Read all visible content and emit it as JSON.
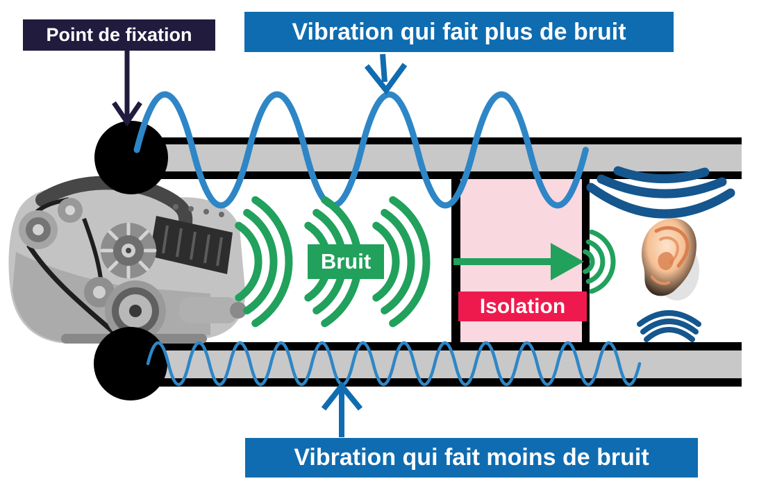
{
  "labels": {
    "fixation_point": "Point de fixation",
    "vibration_more": "Vibration qui fait plus de bruit",
    "noise": "Bruit",
    "isolation": "Isolation",
    "vibration_less": "Vibration qui fait moins de bruit"
  },
  "icons": {
    "engine": "engine-image",
    "ear": "ear-image",
    "mount_top": "fixation-point-dot",
    "mount_bottom": "fixation-point-dot"
  },
  "colors": {
    "banner_blue": "#0f6cb0",
    "navy": "#211b3e",
    "wave_blue": "#2e86c6",
    "deep_blue": "#14568d",
    "green": "#21a15c",
    "crimson": "#ee1a4d",
    "pink": "#f9d8e0",
    "wall_gray": "#c8c8c8",
    "black": "#000000",
    "white": "#ffffff"
  }
}
